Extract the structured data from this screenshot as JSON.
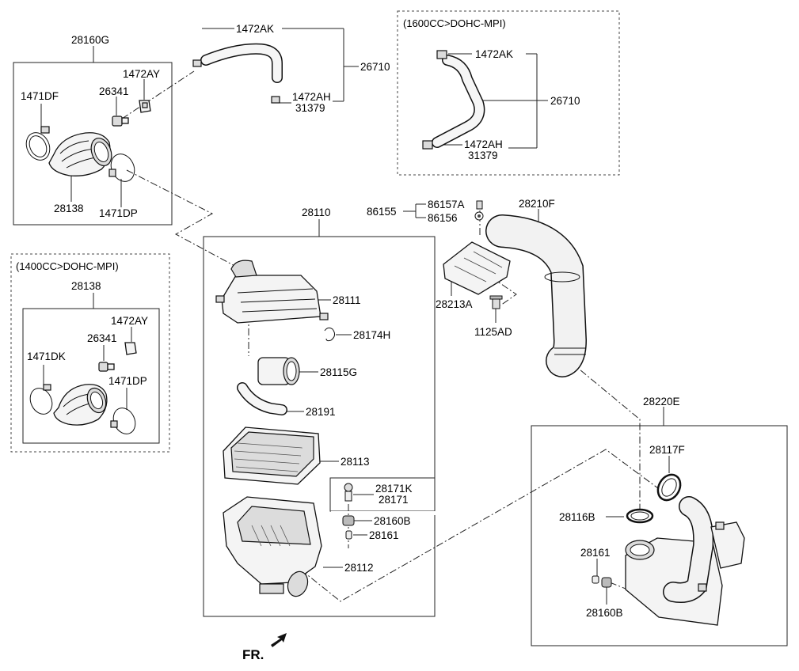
{
  "labels": {
    "p28160G": "28160G",
    "p1472AY_a": "1472AY",
    "p1471DF": "1471DF",
    "p26341_a": "26341",
    "p28138_a": "28138",
    "p1471DP_a": "1471DP",
    "p1472AK_a": "1472AK",
    "p26710_a": "26710",
    "p1472AH_a": "1472AH",
    "p31379_a": "31379",
    "p1472AK_b": "1472AK",
    "p26710_b": "26710",
    "p1472AH_b": "1472AH",
    "p31379_b": "31379",
    "p28138_b": "28138",
    "p1472AY_b": "1472AY",
    "p26341_b": "26341",
    "p1471DK": "1471DK",
    "p1471DP_b": "1471DP",
    "p28110": "28110",
    "p28111": "28111",
    "p28174H": "28174H",
    "p28115G": "28115G",
    "p28191": "28191",
    "p28113": "28113",
    "p28171K": "28171K",
    "p28171": "28171",
    "p28160B_a": "28160B",
    "p28161_a": "28161",
    "p28112": "28112",
    "p86155": "86155",
    "p86157A": "86157A",
    "p86156": "86156",
    "p28210F": "28210F",
    "p28213A": "28213A",
    "p1125AD": "1125AD",
    "p28220E": "28220E",
    "p28117F": "28117F",
    "p28116B": "28116B",
    "p28161_b": "28161",
    "p28160B_b": "28160B",
    "fr": "FR."
  },
  "variants": {
    "v1600": "(1600CC>DOHC-MPI)",
    "v1400": "(1400CC>DOHC-MPI)"
  }
}
